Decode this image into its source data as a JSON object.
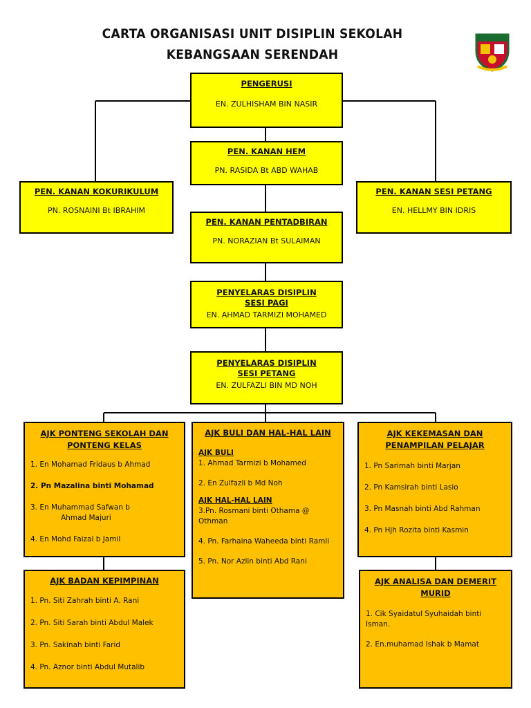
{
  "title": "CARTA ORGANISASI UNIT DISIPLIN SEKOLAH KEBANGSAAN SERENDAH",
  "logo": {
    "icon": "school-crest-icon",
    "colors": [
      "#1a6b2f",
      "#c8102e",
      "#f2c500"
    ]
  },
  "colors": {
    "yellow_box": "#ffff00",
    "orange_box": "#ffc000",
    "line": "#000000"
  },
  "nodes": {
    "pengerusi": {
      "title": "PENGERUSI",
      "name": "EN. ZULHISHAM BIN NASIR"
    },
    "pen_kanan_hem": {
      "title": "PEN. KANAN HEM",
      "name": "PN. RASIDA Bt ABD WAHAB"
    },
    "pen_kanan_kokurikulum": {
      "title": "PEN. KANAN KOKURIKULUM",
      "name": "PN. ROSNAINI Bt IBRAHIM"
    },
    "pen_kanan_sesi_petang": {
      "title": "PEN. KANAN SESI PETANG",
      "name": "EN. HELLMY BIN IDRIS"
    },
    "pen_kanan_pentadbiran": {
      "title": "PEN. KANAN PENTADBIRAN",
      "name": "PN. NORAZIAN Bt SULAIMAN"
    },
    "penyelaras_pagi": {
      "title": "PENYELARAS DISIPLIN SESI PAGI",
      "name": "EN. AHMAD TARMIZI MOHAMED"
    },
    "penyelaras_petang": {
      "title": "PENYELARAS DISIPLIN SESI PETANG",
      "name": "EN. ZULFAZLI BIN MD NOH"
    }
  },
  "committees": {
    "ponteng": {
      "title": "AJK PONTENG SEKOLAH DAN PONTENG KELAS",
      "members": [
        "1. En Mohamad Fridaus b Ahmad",
        "2. Pn Mazalina binti Mohamad",
        "3. En Muhammad Safwan b",
        "Ahmad Majuri",
        "4. En Mohd Faizal b Jamil"
      ]
    },
    "buli": {
      "title": "AJK BULI DAN HAL-HAL LAIN",
      "sub1": "AJK BULI",
      "sub1_members": [
        "1. Ahmad Tarmizi b Mohamed",
        "2. En Zulfazli b Md Noh"
      ],
      "sub2": "AJK HAL-HAL LAIN",
      "sub2_members": [
        "3.Pn. Rosmani binti Othama @ Othman",
        "4. Pn. Farhaina Waheeda binti Ramli",
        "5. Pn. Nor Azlin binti Abd Rani"
      ]
    },
    "kekemasan": {
      "title": "AJK KEKEMASAN DAN PENAMPILAN PELAJAR",
      "members": [
        "1. Pn Sarimah binti Marjan",
        "2. Pn Kamsirah binti Lasio",
        "3. Pn Masnah binti Abd Rahman",
        "4. Pn Hjh Rozita binti Kasmin"
      ]
    },
    "kepimpinan": {
      "title": "AJK BADAN KEPIMPINAN",
      "members": [
        "1. Pn. Siti Zahrah binti A. Rani",
        "2. Pn. Siti Sarah binti Abdul Malek",
        "3. Pn. Sakinah binti Farid",
        "4. Pn. Aznor binti Abdul Mutalib"
      ]
    },
    "analisa": {
      "title": "AJK ANALISA DAN DEMERIT MURID",
      "members": [
        "1. Cik Syaidatul Syuhaidah binti Isman.",
        "2. En.muhamad Ishak b Mamat"
      ]
    }
  }
}
